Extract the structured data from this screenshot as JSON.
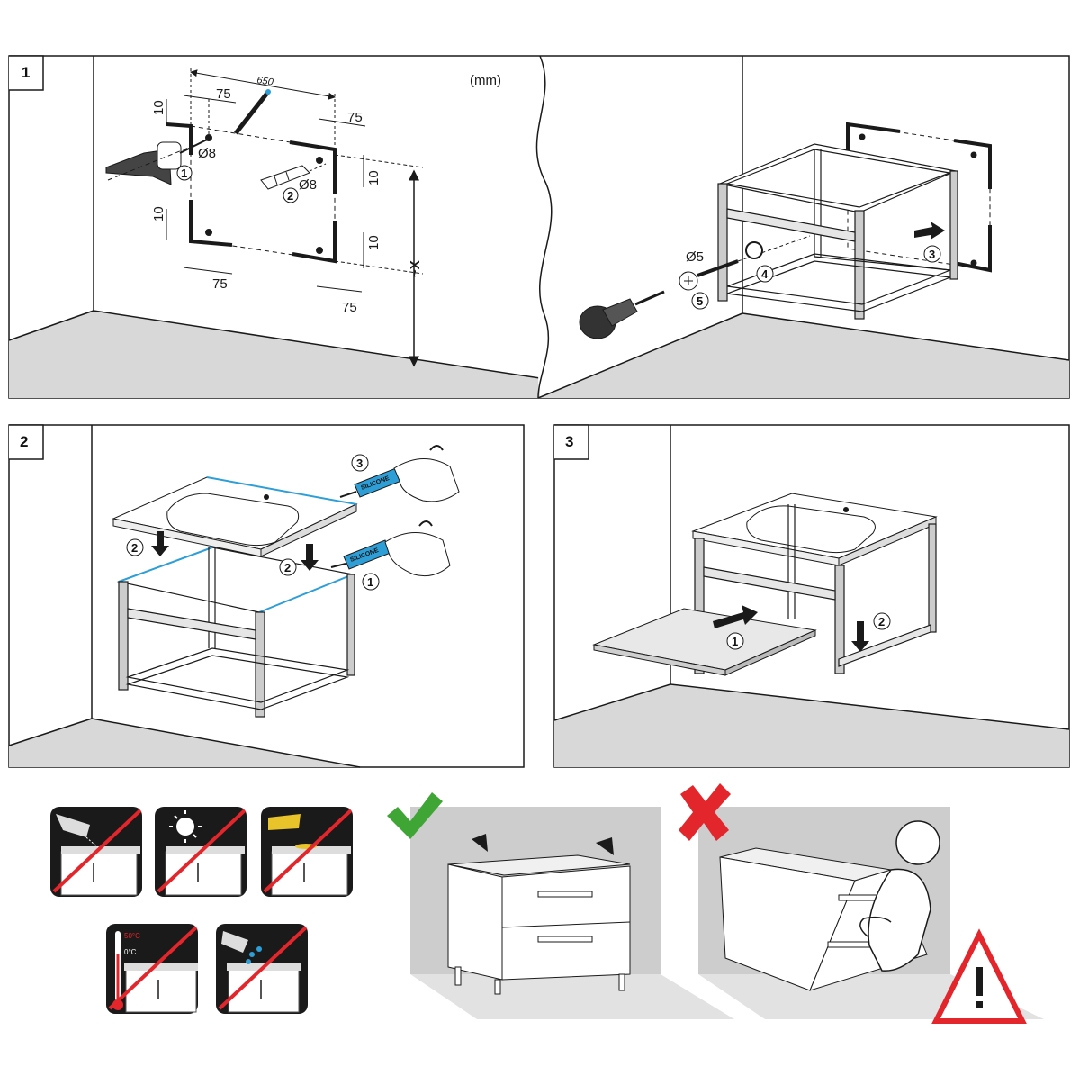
{
  "steps": {
    "s1": "1",
    "s2": "2",
    "s3": "3"
  },
  "units": "(mm)",
  "dims": {
    "width": "650",
    "offset_top_left": "75",
    "offset_top_right": "75",
    "offset_bottom_left": "75",
    "offset_bottom_right": "75",
    "v_tl": "10",
    "v_tr": "10",
    "v_bl": "10",
    "v_br": "10",
    "height": "~X"
  },
  "drill_diameter": "Ø8",
  "plug_diameter": "Ø8",
  "screw_diameter": "Ø5",
  "markers": {
    "p1_drill": "1",
    "p1_plug": "2",
    "p1b_hook": "3",
    "p1b_washer": "4",
    "p1b_screw": "5",
    "p2_silicone_top": "3",
    "p2_place_left": "2",
    "p2_place_right": "2",
    "p2_silicone_bottom": "1",
    "p3_shelf": "1",
    "p3_down": "2"
  },
  "silicone_label": "SILICONE",
  "temperature": {
    "high": "50°C",
    "low": "0°C"
  },
  "colors": {
    "line": "#1a1a1a",
    "floor": "#d8d8d8",
    "silicone": "#2e9ed6",
    "ok": "#3fa535",
    "no": "#e3262b",
    "icon_bg": "#1a1a1a",
    "warning": "#e3262b"
  },
  "icons": [
    "no-hot-steam-icon",
    "no-sunlight-icon",
    "no-liquids-icon",
    "temperature-limit-icon",
    "no-water-spray-icon"
  ]
}
